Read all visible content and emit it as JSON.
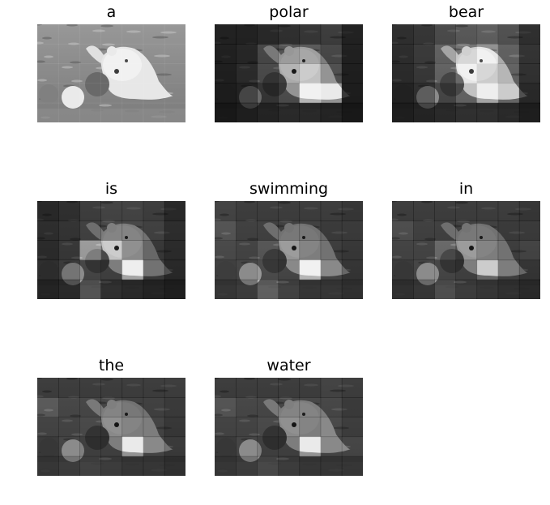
{
  "figure": {
    "caption_words": [
      "a",
      "polar",
      "bear",
      "is",
      "swimming",
      "in",
      "the",
      "water"
    ],
    "panels": [
      {
        "title": "a",
        "image": "grayscale-photo-polar-bear-in-water",
        "attention_grid": [
          [
            0.8,
            0.8,
            0.8,
            0.8,
            0.8,
            0.8,
            0.8
          ],
          [
            0.8,
            0.8,
            0.8,
            0.8,
            0.8,
            0.8,
            0.8
          ],
          [
            0.8,
            0.8,
            0.8,
            0.8,
            0.8,
            0.8,
            0.8
          ],
          [
            0.8,
            0.8,
            0.8,
            0.8,
            0.8,
            0.8,
            0.8
          ],
          [
            0.8,
            0.8,
            0.8,
            0.8,
            0.8,
            0.8,
            0.8
          ]
        ]
      },
      {
        "title": "polar",
        "image": "polar-bear-attention-overlay",
        "attention_grid": [
          [
            0.1,
            0.1,
            0.15,
            0.2,
            0.25,
            0.3,
            0.1
          ],
          [
            0.1,
            0.15,
            0.4,
            0.5,
            0.55,
            0.4,
            0.1
          ],
          [
            0.1,
            0.2,
            0.45,
            0.6,
            0.7,
            0.5,
            0.1
          ],
          [
            0.1,
            0.15,
            0.3,
            0.5,
            0.95,
            0.85,
            0.1
          ],
          [
            0.05,
            0.1,
            0.15,
            0.2,
            0.2,
            0.15,
            0.05
          ]
        ]
      },
      {
        "title": "bear",
        "image": "polar-bear-attention-overlay",
        "attention_grid": [
          [
            0.2,
            0.25,
            0.4,
            0.5,
            0.55,
            0.45,
            0.2
          ],
          [
            0.2,
            0.3,
            0.6,
            0.75,
            0.8,
            0.6,
            0.25
          ],
          [
            0.2,
            0.3,
            0.65,
            0.8,
            0.75,
            0.65,
            0.25
          ],
          [
            0.15,
            0.25,
            0.45,
            0.7,
            0.9,
            0.75,
            0.2
          ],
          [
            0.1,
            0.15,
            0.2,
            0.25,
            0.25,
            0.2,
            0.1
          ]
        ]
      },
      {
        "title": "is",
        "image": "polar-bear-attention-overlay",
        "attention_grid": [
          [
            0.15,
            0.2,
            0.3,
            0.35,
            0.35,
            0.3,
            0.15
          ],
          [
            0.2,
            0.25,
            0.35,
            0.4,
            0.4,
            0.35,
            0.2
          ],
          [
            0.2,
            0.3,
            0.85,
            0.7,
            0.45,
            0.3,
            0.2
          ],
          [
            0.25,
            0.35,
            0.45,
            0.4,
            0.9,
            0.35,
            0.2
          ],
          [
            0.15,
            0.2,
            0.55,
            0.25,
            0.2,
            0.15,
            0.1
          ]
        ]
      },
      {
        "title": "swimming",
        "image": "polar-bear-attention-overlay",
        "attention_grid": [
          [
            0.35,
            0.3,
            0.3,
            0.3,
            0.3,
            0.3,
            0.25
          ],
          [
            0.5,
            0.35,
            0.35,
            0.35,
            0.35,
            0.3,
            0.3
          ],
          [
            0.45,
            0.4,
            0.55,
            0.5,
            0.4,
            0.35,
            0.3
          ],
          [
            0.4,
            0.45,
            0.5,
            0.45,
            0.95,
            0.45,
            0.3
          ],
          [
            0.3,
            0.35,
            0.65,
            0.4,
            0.3,
            0.3,
            0.25
          ]
        ]
      },
      {
        "title": "in",
        "image": "polar-bear-attention-overlay",
        "attention_grid": [
          [
            0.3,
            0.3,
            0.3,
            0.3,
            0.3,
            0.3,
            0.25
          ],
          [
            0.45,
            0.35,
            0.35,
            0.35,
            0.35,
            0.3,
            0.3
          ],
          [
            0.4,
            0.4,
            0.7,
            0.5,
            0.4,
            0.35,
            0.4
          ],
          [
            0.35,
            0.45,
            0.45,
            0.4,
            0.75,
            0.4,
            0.3
          ],
          [
            0.25,
            0.3,
            0.5,
            0.35,
            0.3,
            0.25,
            0.2
          ]
        ]
      },
      {
        "title": "the",
        "image": "polar-bear-attention-overlay",
        "attention_grid": [
          [
            0.3,
            0.3,
            0.3,
            0.3,
            0.3,
            0.3,
            0.3
          ],
          [
            0.55,
            0.4,
            0.4,
            0.4,
            0.35,
            0.35,
            0.3
          ],
          [
            0.4,
            0.4,
            0.45,
            0.45,
            0.4,
            0.4,
            0.3
          ],
          [
            0.35,
            0.45,
            0.4,
            0.4,
            0.85,
            0.45,
            0.35
          ],
          [
            0.3,
            0.35,
            0.4,
            0.35,
            0.3,
            0.3,
            0.25
          ]
        ]
      },
      {
        "title": "water",
        "image": "polar-bear-attention-overlay",
        "attention_grid": [
          [
            0.3,
            0.3,
            0.3,
            0.3,
            0.3,
            0.35,
            0.3
          ],
          [
            0.5,
            0.4,
            0.4,
            0.4,
            0.4,
            0.4,
            0.3
          ],
          [
            0.4,
            0.4,
            0.45,
            0.45,
            0.4,
            0.45,
            0.35
          ],
          [
            0.35,
            0.45,
            0.4,
            0.4,
            0.85,
            0.45,
            0.45
          ],
          [
            0.3,
            0.35,
            0.45,
            0.35,
            0.3,
            0.3,
            0.3
          ]
        ]
      }
    ]
  }
}
